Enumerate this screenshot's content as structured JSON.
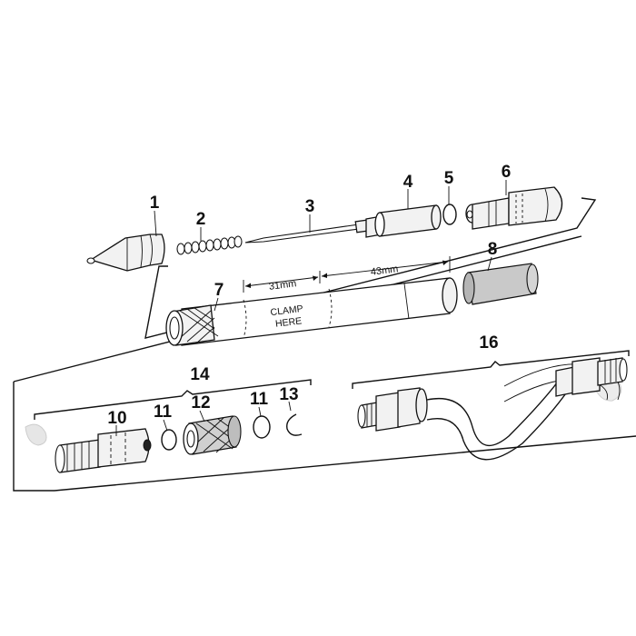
{
  "callouts": {
    "c1": "1",
    "c2": "2",
    "c3": "3",
    "c4": "4",
    "c5": "5",
    "c6": "6",
    "c7": "7",
    "c8": "8",
    "c10": "10",
    "c11a": "11",
    "c12": "12",
    "c11b": "11",
    "c13": "13",
    "c14": "14",
    "c16": "16"
  },
  "dimensions": {
    "d31": "31mm",
    "d43": "43mm"
  },
  "clamp_label": {
    "line1": "CLAMP",
    "line2": "HERE"
  }
}
